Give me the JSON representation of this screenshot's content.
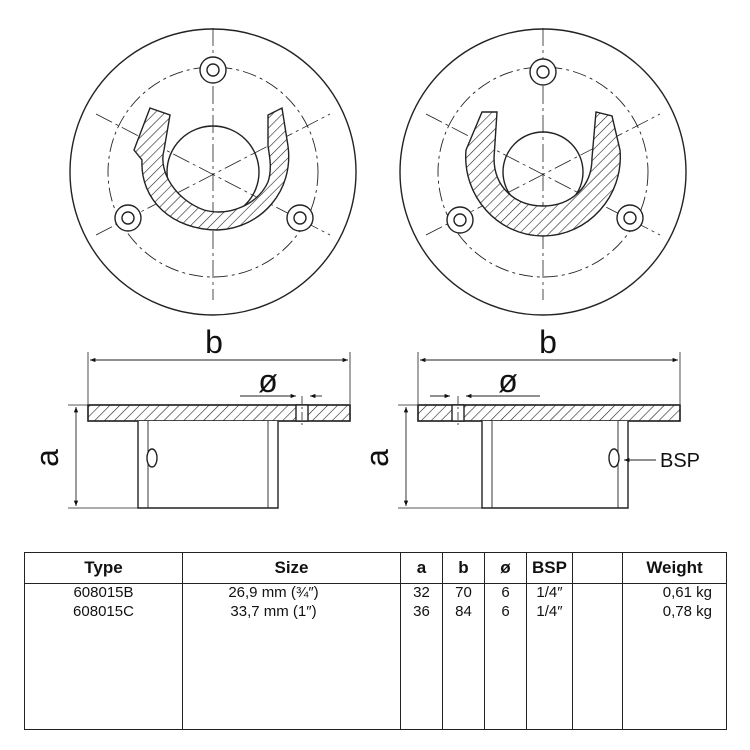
{
  "drawing": {
    "dimension_labels": {
      "width": "b",
      "height": "a",
      "hole_diameter": "ø",
      "thread": "BSP"
    }
  },
  "table": {
    "headers": {
      "type": "Type",
      "size": "Size",
      "a": "a",
      "b": "b",
      "diameter": "ø",
      "bsp": "BSP",
      "blank": "",
      "weight": "Weight"
    },
    "rows": [
      {
        "type": "608015B",
        "size": "26,9 mm (¾″)",
        "a": "32",
        "b": "70",
        "diameter": "6",
        "bsp": "1/4″",
        "blank": "",
        "weight": "0,61 kg"
      },
      {
        "type": "608015C",
        "size": "33,7 mm (1″)",
        "a": "36",
        "b": "84",
        "diameter": "6",
        "bsp": "1/4″",
        "blank": "",
        "weight": "0,78 kg"
      }
    ]
  }
}
